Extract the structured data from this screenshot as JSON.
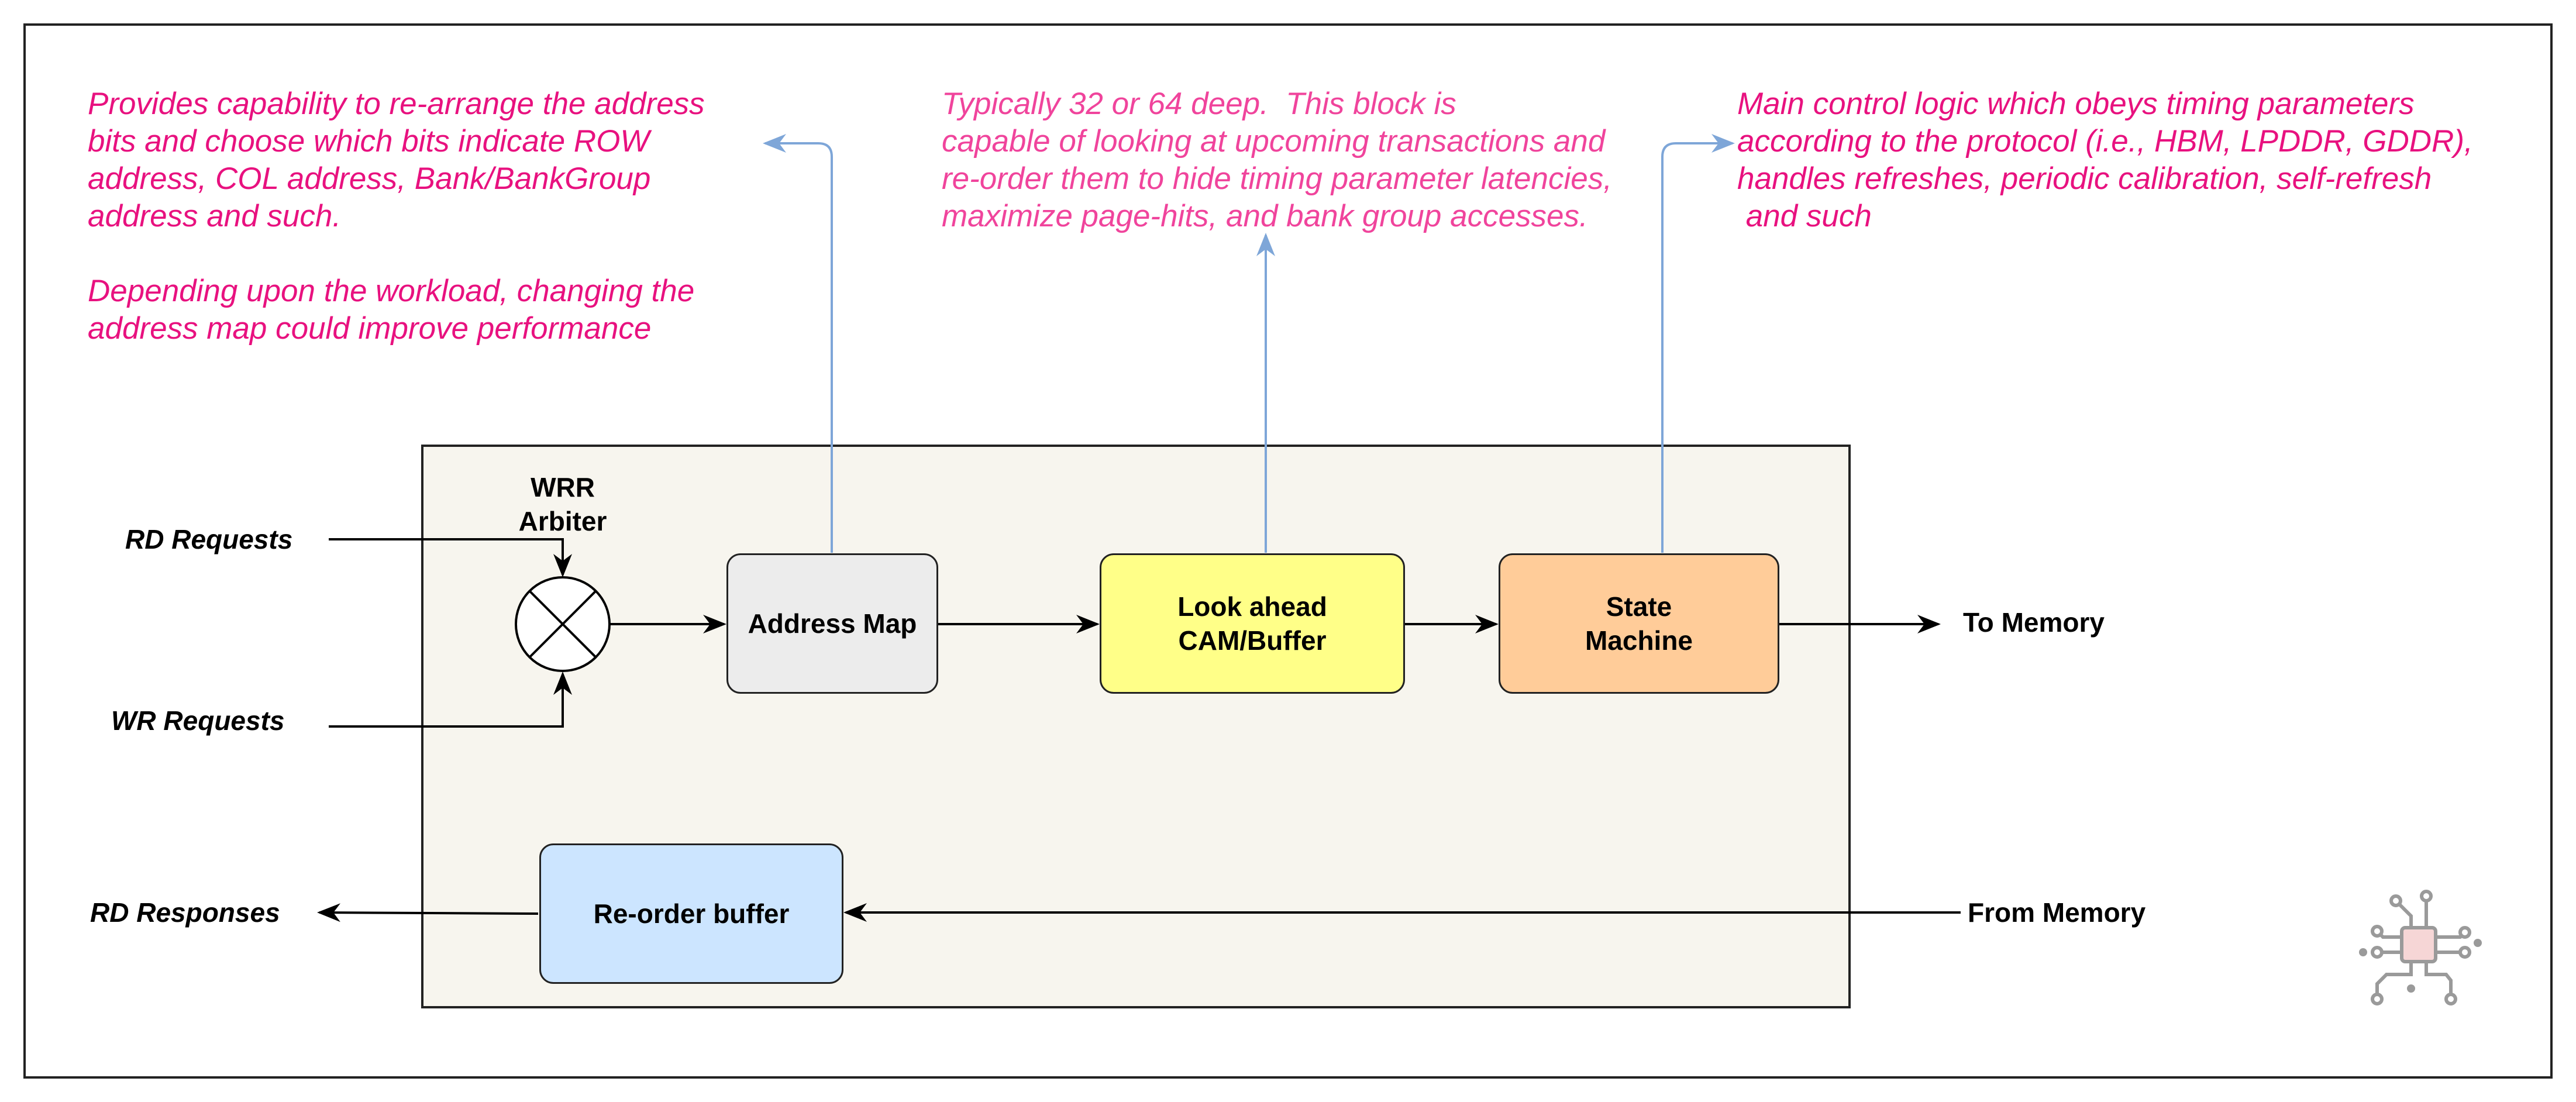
{
  "notes": {
    "address_map": "Provides capability to re-arrange the address\nbits and choose which bits indicate ROW\naddress, COL address, Bank/BankGroup\naddress and such.\n\nDepending upon the workload, changing the\naddress map could improve performance",
    "look_ahead": "Typically 32 or 64 deep.  This block is\ncapable of looking at upcoming transactions and\nre-order them to hide timing parameter latencies,\nmaximize page-hits, and bank group accesses.",
    "state_machine": "Main control logic which obeys timing parameters\naccording to the protocol (i.e., HBM, LPDDR, GDDR),\nhandles refreshes, periodic calibration, self-refresh\n and such"
  },
  "inputs": {
    "rd_requests": "RD Requests",
    "wr_requests": "WR Requests",
    "rd_responses": "RD Responses"
  },
  "arbiter": {
    "label": "WRR\nArbiter"
  },
  "blocks": {
    "address_map": "Address Map",
    "look_ahead": "Look ahead\nCAM/Buffer",
    "state_machine": "State\nMachine",
    "reorder_buffer": "Re-order buffer"
  },
  "outputs": {
    "to_memory": "To Memory",
    "from_memory": "From Memory"
  },
  "colors": {
    "annotation_text": "#ee1f8a",
    "connector_blue": "#7ea6d8",
    "container_fill": "#f7f5ee",
    "address_map_fill": "#ececec",
    "look_ahead_fill": "#ffff88",
    "state_machine_fill": "#ffcc99",
    "reorder_fill": "#cce5ff"
  },
  "icons": [
    "circuit-chip-logo-icon"
  ]
}
